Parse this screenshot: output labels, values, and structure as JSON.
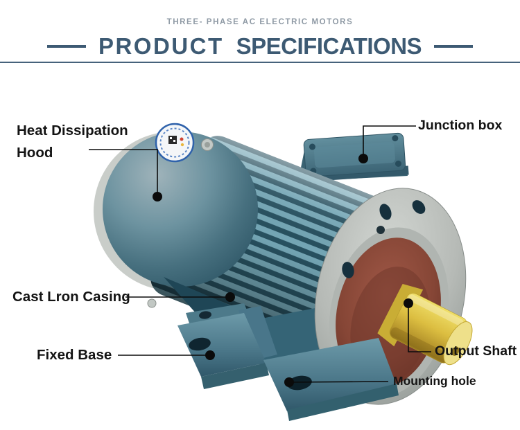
{
  "header": {
    "eyebrow": "THREE- PHASE AC ELECTRIC MOTORS",
    "title_word_1": "PRODUCT",
    "title_word_2": "SPECIFICATIONS"
  },
  "callouts": {
    "heat_dissipation_hood": {
      "line1": "Heat Dissipation",
      "line2": "Hood"
    },
    "junction_box": {
      "label": "Junction box"
    },
    "cast_iron_casing": {
      "label": "Cast Lron Casing"
    },
    "fixed_base": {
      "label": "Fixed Base"
    },
    "output_shaft": {
      "label": "Output Shaft"
    },
    "mounting_hole": {
      "label": "Mounting hole"
    }
  },
  "product": {
    "subject": "three-phase AC electric motor",
    "palette": {
      "heading_text": "#3d5a73",
      "eyebrow_text": "#8e99a4",
      "label_text": "#141414",
      "motor_body_teal": "#4e7e90",
      "fin_highlight": "#74a6b5",
      "flange_gray": "#b6bab6",
      "flange_face_red": "#864636",
      "output_shaft_yellow": "#dcbe41",
      "base_teal": "#4a7688",
      "nameplate_ring_blue": "#2f62ab",
      "callout_black": "#0b0b0b"
    }
  }
}
